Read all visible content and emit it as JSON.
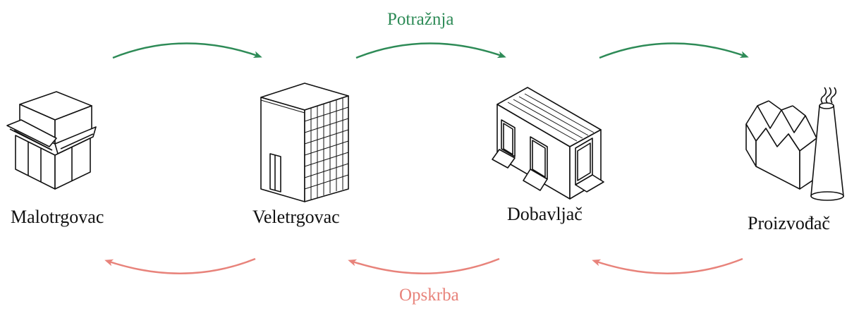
{
  "flows": {
    "demand": {
      "label": "Potražnja",
      "color": "#2e8b57"
    },
    "supply": {
      "label": "Opskrba",
      "color": "#e8837b"
    }
  },
  "nodes": [
    {
      "label": "Malotrgovac",
      "icon": "retail-store-icon"
    },
    {
      "label": "Veletrgovac",
      "icon": "office-building-icon"
    },
    {
      "label": "Dobavljač",
      "icon": "warehouse-icon"
    },
    {
      "label": "Proizvođač",
      "icon": "factory-icon"
    }
  ]
}
